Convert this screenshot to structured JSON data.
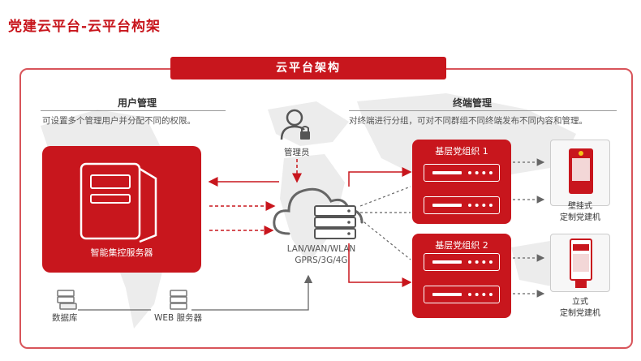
{
  "header": {
    "title": "党建云平台-云平台构架"
  },
  "banner": {
    "title": "云平台架构"
  },
  "left_section": {
    "title": "用户管理",
    "description": "可设置多个管理用户并分配不同的权限。"
  },
  "right_section": {
    "title": "终端管理",
    "description": "对终端进行分组，可对不同群组不同终端发布不同内容和管理。"
  },
  "nodes": {
    "server": "智能集控服务器",
    "admin": "管理员",
    "database": "数据库",
    "web_server": "WEB 服务器",
    "network_line1": "LAN/WAN/WLAN",
    "network_line2": "GPRS/3G/4G"
  },
  "groups": [
    {
      "title": "基层党组织 1"
    },
    {
      "title": "基层党组织 2"
    }
  ],
  "terminals": [
    {
      "line1": "壁挂式",
      "line2": "定制党建机"
    },
    {
      "line1": "立式",
      "line2": "定制党建机"
    }
  ],
  "colors": {
    "accent": "#c8161d",
    "frame": "#d8545a"
  }
}
